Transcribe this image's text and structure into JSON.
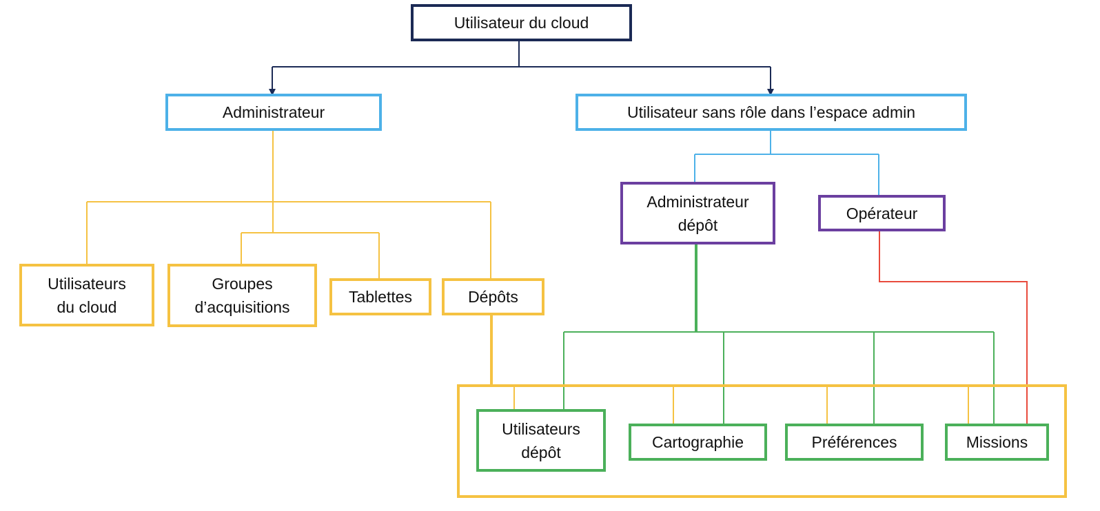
{
  "colors": {
    "root": "#1b2a55",
    "level1": "#4db1e8",
    "depot_roles": "#6b3fa0",
    "admin_items": "#f5c242",
    "depot_items": "#4bb05a",
    "operator_link": "#e84a3c"
  },
  "nodes": {
    "root": "Utilisateur du cloud",
    "administrateur": "Administrateur",
    "sans_role": "Utilisateur sans rôle dans l’espace admin",
    "admin_depot": "Administrateur\ndépôt",
    "operateur": "Opérateur",
    "utilisateurs_cloud": "Utilisateurs\ndu cloud",
    "groupes": "Groupes\nd’acquisitions",
    "tablettes": "Tablettes",
    "depots": "Dépôts",
    "utilisateurs_depot": "Utilisateurs\ndépôt",
    "cartographie": "Cartographie",
    "preferences": "Préférences",
    "missions": "Missions"
  }
}
